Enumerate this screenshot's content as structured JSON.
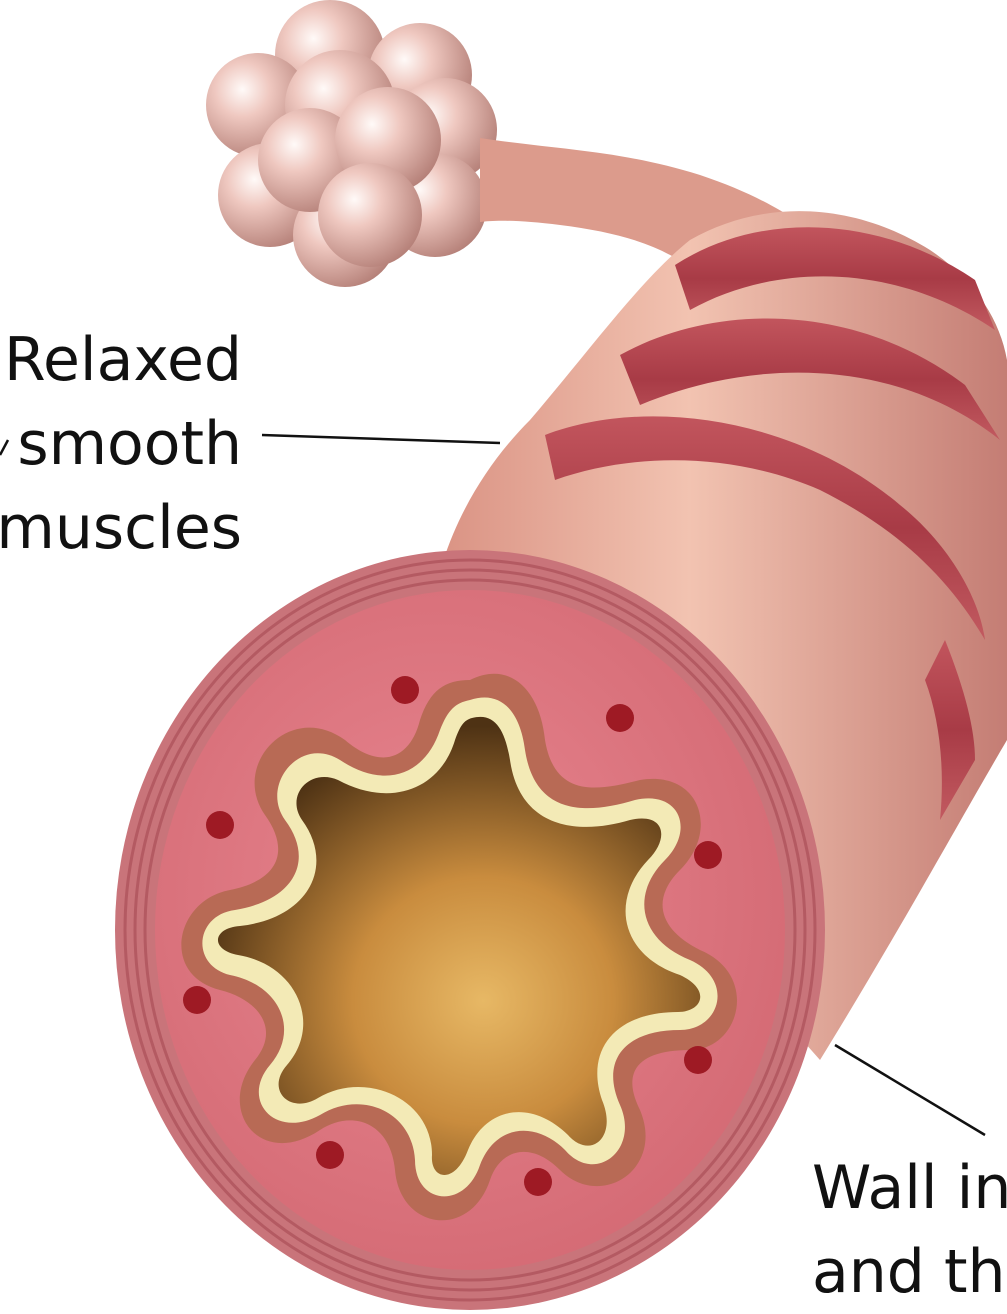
{
  "labels": {
    "relaxed_muscles": [
      "Relaxed",
      "smooth",
      "muscles"
    ],
    "wall": [
      "Wall in",
      "and thi"
    ]
  },
  "colors": {
    "tube_outer": "#c9747a",
    "tube_band": "#b3454f",
    "tube_skin": "#e3a99a",
    "wall_pink": "#e07882",
    "mucosa_brown": "#b86a55",
    "epithelium_cream": "#f3eab6",
    "lumen_gold": "#d9a552",
    "lumen_dark": "#5a3a18",
    "vessel_red": "#9e1a24",
    "alveoli": "#e8b7ad"
  }
}
